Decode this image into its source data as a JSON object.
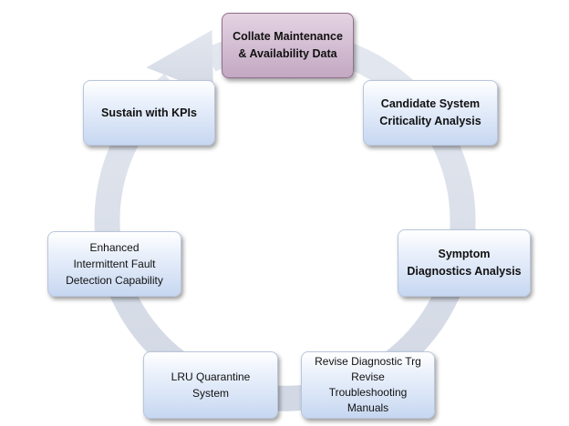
{
  "diagram": {
    "type": "cycle",
    "colors": {
      "ring": "#d9dee9",
      "box_fill_top": "#ffffff",
      "box_fill_bottom": "#c7d7f1",
      "box_border": "#b8c6dc",
      "highlight_fill": "#d2bcd1",
      "highlight_border": "#8f6f8c"
    },
    "steps": [
      {
        "label": "Collate Maintenance\n& Availability Data"
      },
      {
        "label": "Candidate System\nCriticality Analysis"
      },
      {
        "label": "Symptom\nDiagnostics Analysis"
      },
      {
        "label": "Revise Diagnostic Trg\nRevise\nTroubleshooting\nManuals"
      },
      {
        "label": "LRU Quarantine\nSystem"
      },
      {
        "label": "Enhanced\nIntermittent Fault\nDetection Capability"
      },
      {
        "label": "Sustain with KPIs"
      }
    ]
  }
}
